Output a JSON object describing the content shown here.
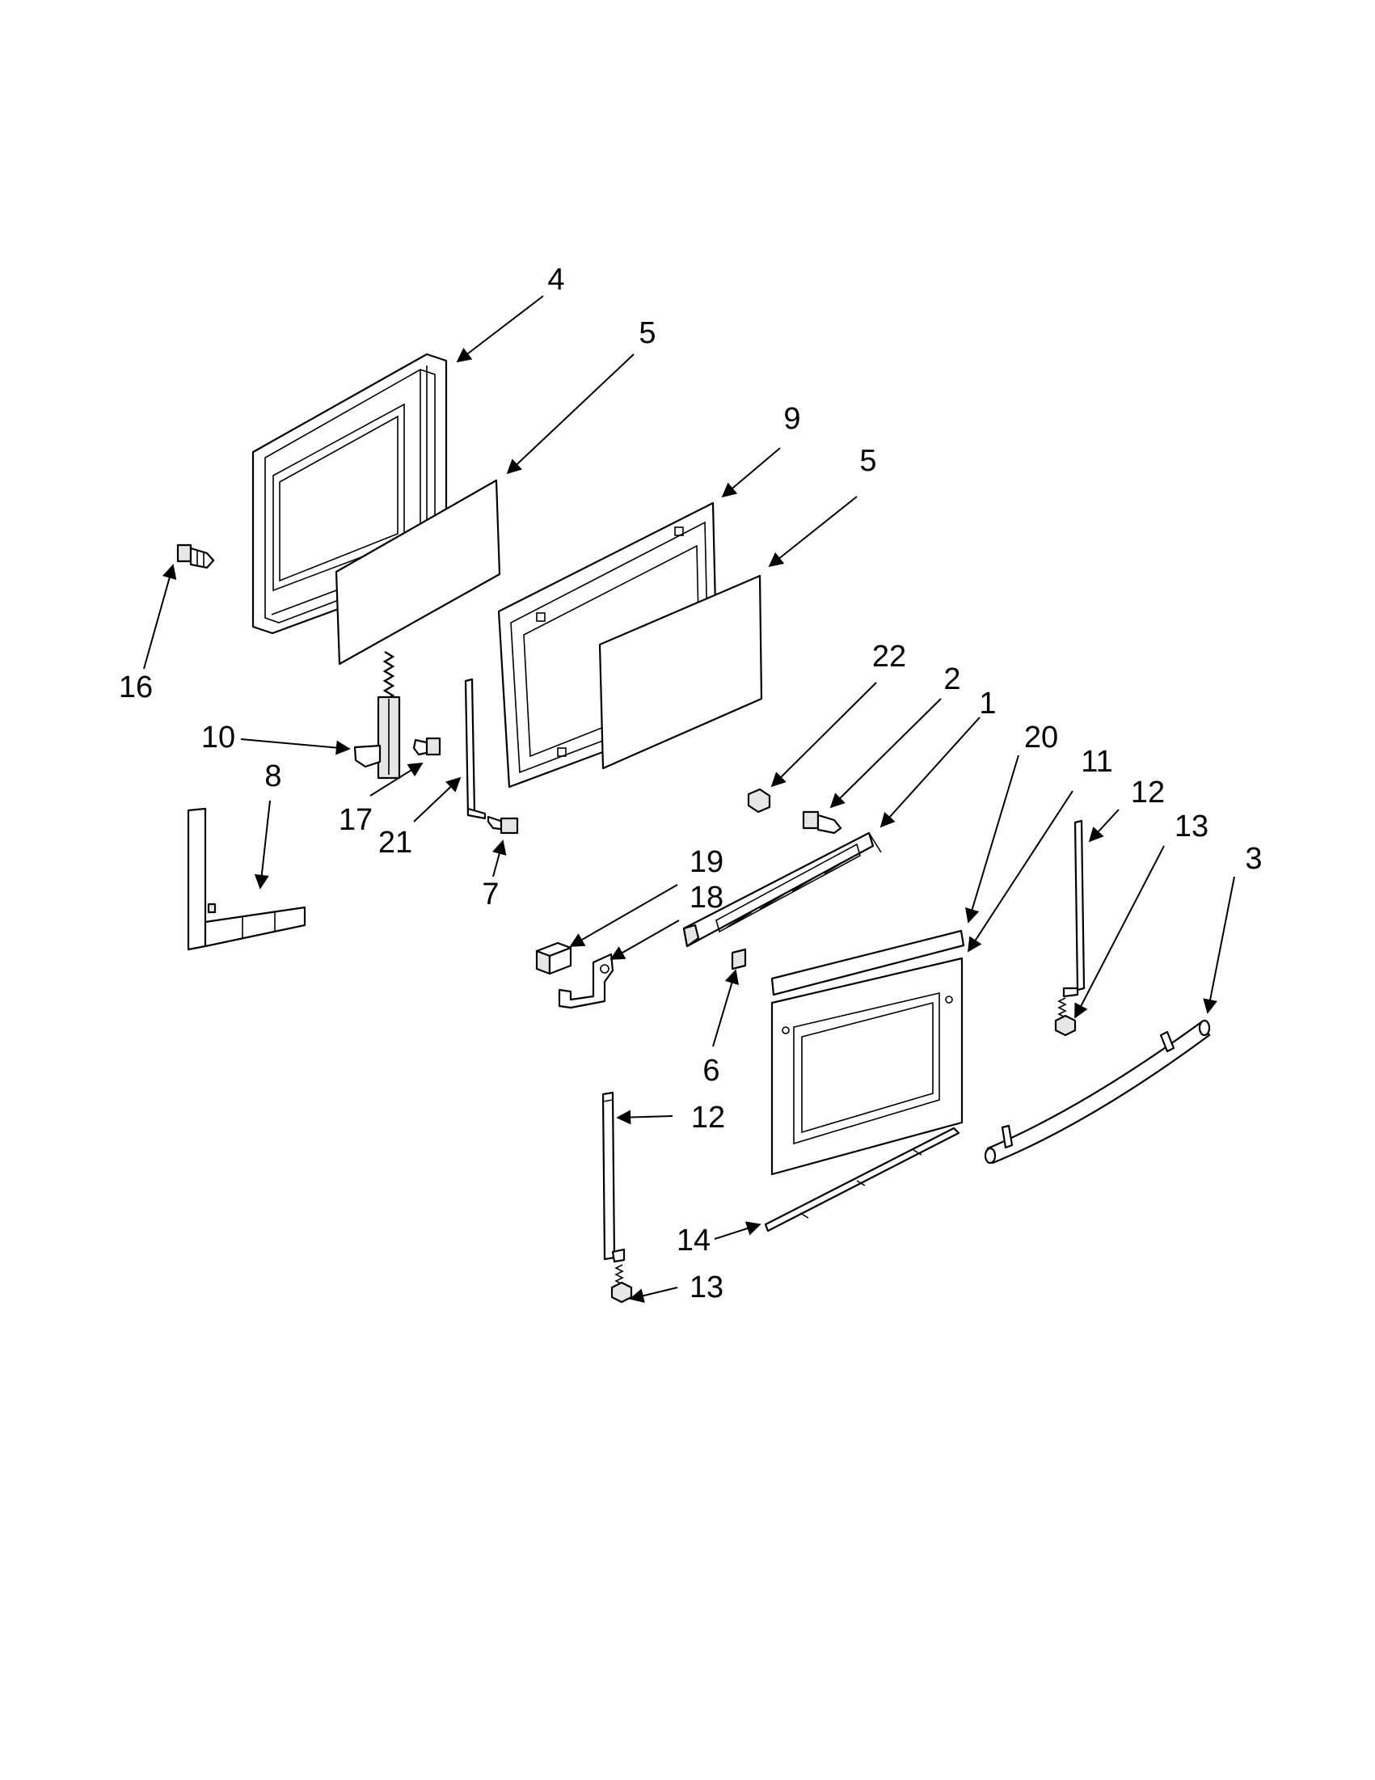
{
  "diagram": {
    "type": "exploded-parts-diagram",
    "callouts": [
      {
        "id": "c4",
        "label": "4"
      },
      {
        "id": "c5a",
        "label": "5"
      },
      {
        "id": "c9",
        "label": "9"
      },
      {
        "id": "c5b",
        "label": "5"
      },
      {
        "id": "c16",
        "label": "16"
      },
      {
        "id": "c10",
        "label": "10"
      },
      {
        "id": "c8",
        "label": "8"
      },
      {
        "id": "c17",
        "label": "17"
      },
      {
        "id": "c21",
        "label": "21"
      },
      {
        "id": "c7",
        "label": "7"
      },
      {
        "id": "c22",
        "label": "22"
      },
      {
        "id": "c2",
        "label": "2"
      },
      {
        "id": "c1",
        "label": "1"
      },
      {
        "id": "c20",
        "label": "20"
      },
      {
        "id": "c11",
        "label": "11"
      },
      {
        "id": "c12a",
        "label": "12"
      },
      {
        "id": "c13a",
        "label": "13"
      },
      {
        "id": "c3",
        "label": "3"
      },
      {
        "id": "c19",
        "label": "19"
      },
      {
        "id": "c18",
        "label": "18"
      },
      {
        "id": "c6",
        "label": "6"
      },
      {
        "id": "c12b",
        "label": "12"
      },
      {
        "id": "c14",
        "label": "14"
      },
      {
        "id": "c13b",
        "label": "13"
      }
    ]
  }
}
